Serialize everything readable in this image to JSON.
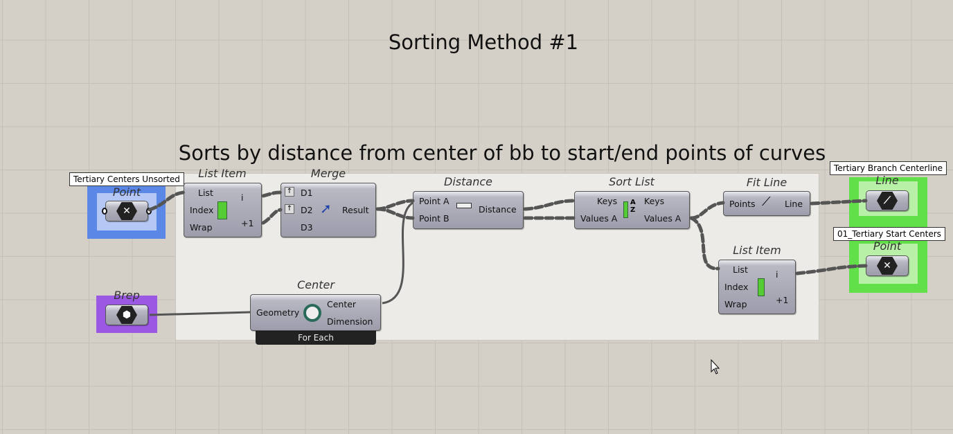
{
  "canvas": {
    "title": "Sorting Method #1",
    "subtitle": "Sorts by distance from center of bb to start/end points of curves"
  },
  "params": {
    "point_in": {
      "label": "Point",
      "tooltip": "Tertiary Centers Unsorted",
      "color": "#5b87e6"
    },
    "brep": {
      "label": "Brep",
      "color": "#9b59e3"
    },
    "line_out": {
      "label": "Line",
      "tooltip": "Tertiary Branch Centerline",
      "color": "#62e04a"
    },
    "point_out": {
      "label": "Point",
      "tooltip": "01_Tertiary Start Centers",
      "color": "#62e04a"
    }
  },
  "components": {
    "list_item_1": {
      "label": "List Item",
      "inputs": [
        "List",
        "Index",
        "Wrap"
      ],
      "outputs": [
        "i",
        "+1"
      ]
    },
    "merge": {
      "label": "Merge",
      "inputs": [
        "D1",
        "D2",
        "D3"
      ],
      "outputs": [
        "Result"
      ]
    },
    "distance": {
      "label": "Distance",
      "inputs": [
        "Point A",
        "Point B"
      ],
      "outputs": [
        "Distance"
      ]
    },
    "sort_list": {
      "label": "Sort List",
      "inputs": [
        "Keys",
        "Values A"
      ],
      "outputs": [
        "Keys",
        "Values A"
      ]
    },
    "fit_line": {
      "label": "Fit Line",
      "inputs": [
        "Points"
      ],
      "outputs": [
        "Line"
      ]
    },
    "list_item_2": {
      "label": "List Item",
      "inputs": [
        "List",
        "Index",
        "Wrap"
      ],
      "outputs": [
        "i",
        "+1"
      ]
    },
    "center": {
      "label": "Center",
      "inputs": [
        "Geometry"
      ],
      "outputs": [
        "Center",
        "Dimension"
      ],
      "footer": "For Each"
    }
  }
}
